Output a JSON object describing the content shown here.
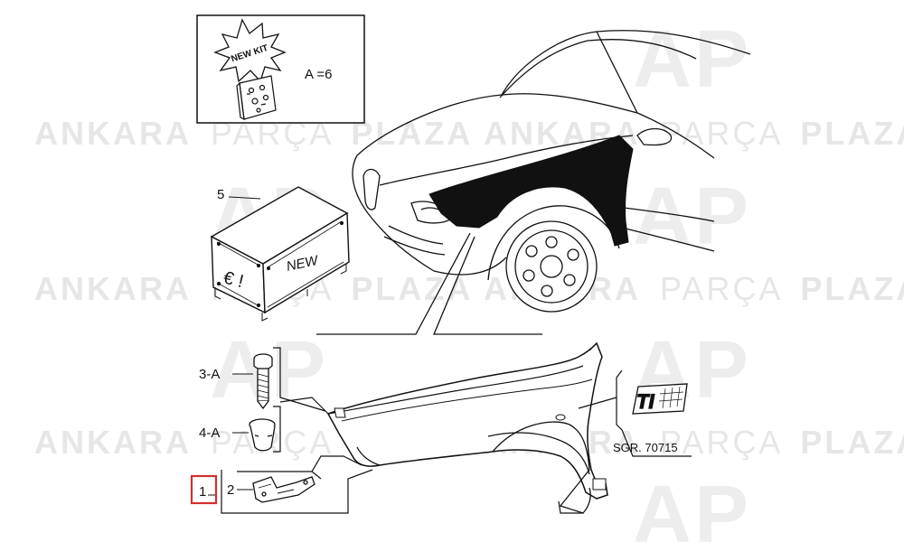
{
  "watermark": {
    "brand_bold_1": "ANKARA",
    "brand_light": "PARÇA",
    "brand_bold_2": "PLAZA",
    "logo_letters": "AP"
  },
  "kit_box": {
    "badge_text": "NEW KIT",
    "label": "A =6"
  },
  "crate": {
    "callout": "5",
    "side_text": "NEW",
    "front_text": "€ !"
  },
  "parts": {
    "screw_callout": "3-A",
    "clip_callout": "4-A",
    "bracket_callout": "2",
    "fender_callout": "1",
    "badge_ref": "SGR. 70715",
    "badge_text": "TI"
  },
  "colors": {
    "highlight": "#d32f2f",
    "line": "#111111",
    "watermark": "#e6e6e6"
  }
}
